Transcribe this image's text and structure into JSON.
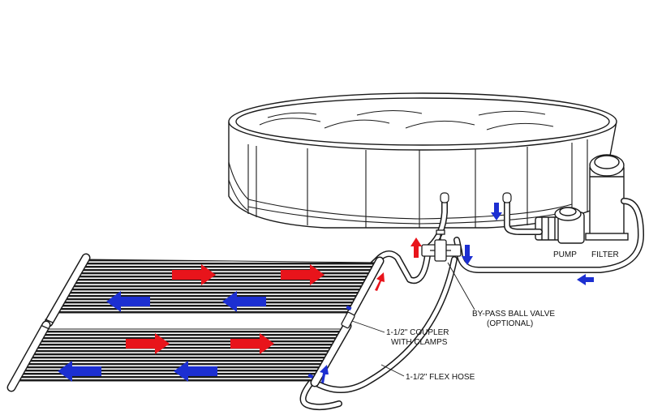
{
  "labels": {
    "pump": "PUMP",
    "filter": "FILTER",
    "bypass_line1": "BY-PASS BALL VALVE",
    "bypass_line2": "(OPTIONAL)",
    "coupler_line1": "1-1/2\" COUPLER",
    "coupler_line2": "WITH CLAMPS",
    "flex_hose": "1-1/2\" FLEX HOSE"
  },
  "colors": {
    "hot_flow": "#e8141b",
    "cold_flow": "#1c2fd1",
    "line": "#1a1a1a"
  }
}
